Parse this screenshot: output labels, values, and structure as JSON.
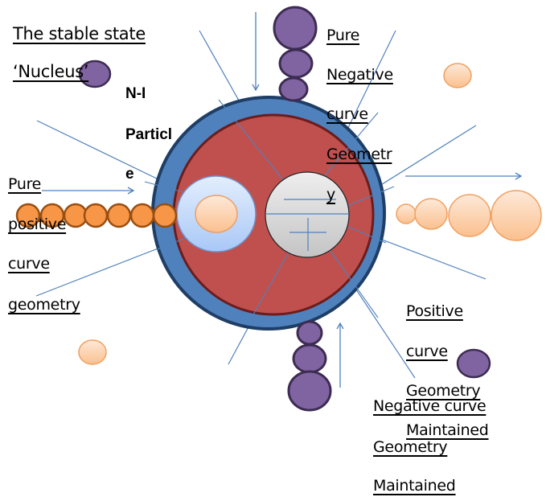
{
  "diagram": {
    "labels": {
      "stable_state_line1": "The stable state",
      "stable_state_line2": "‘Nucleus’",
      "ni_particle": [
        "N-I",
        "Particl",
        "e"
      ],
      "pure_negative": [
        "Pure",
        "Negative",
        "curve",
        "Geometr",
        "y"
      ],
      "pure_positive": [
        "Pure",
        "positive",
        "curve",
        "geometry"
      ],
      "positive_maintained": [
        "Positive",
        "curve",
        "Geometry",
        "Maintained"
      ],
      "negative_maintained": [
        "Negative curve",
        "Geometry",
        "Maintained"
      ]
    },
    "colors": {
      "outer_ring": "#4f81bd",
      "outer_ring_stroke": "#1f3e66",
      "inner_disc": "#c0504d",
      "inner_disc_stroke": "#6b1d1c",
      "ray_line": "#4f81bd",
      "purple_particle": "#8064a2",
      "purple_stroke": "#3d2c52",
      "orange_particle": "#f79646",
      "orange_stroke": "#9a4e10",
      "peach_particle": "#fbd4b4",
      "peach_stroke": "#f0a060",
      "nucleus_light": "#dbe8fc",
      "nucleus_grey": "#d9d9d9"
    }
  }
}
